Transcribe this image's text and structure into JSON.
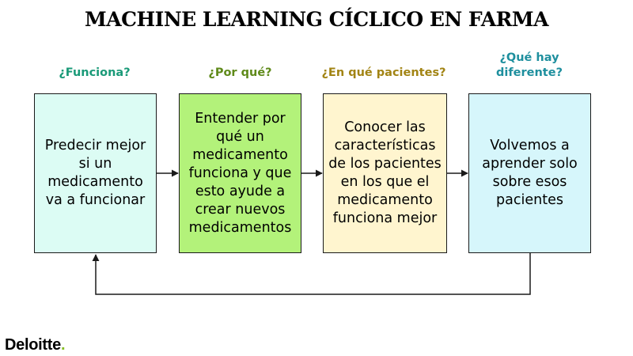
{
  "title": "MACHINE LEARNING CÍCLICO EN FARMA",
  "steps": [
    {
      "question": "¿Funciona?",
      "question_color": "#1a9a78",
      "text": "Predecir mejor si un medicamento va a funcionar",
      "fill": "#dcfcf4"
    },
    {
      "question": "¿Por qué?",
      "question_color": "#5f8a1a",
      "text": "Entender por qué un medicamento funciona y que esto ayude a crear nuevos medicamentos",
      "fill": "#b3f27a"
    },
    {
      "question": "¿En qué pacientes?",
      "question_color": "#a28414",
      "text": "Conocer las características de los pacientes en los que el medicamento funciona mejor",
      "fill": "#fff5cf"
    },
    {
      "question": "¿Qué hay diferente?",
      "question_color": "#1e8f9e",
      "text": "Volvemos a aprender solo sobre esos pacientes",
      "fill": "#d6f6fb"
    }
  ],
  "logo": {
    "name": "Deloitte",
    "dot": "."
  },
  "colors": {
    "connector": "#1a1a1a",
    "logo_dot": "#86bc25"
  }
}
